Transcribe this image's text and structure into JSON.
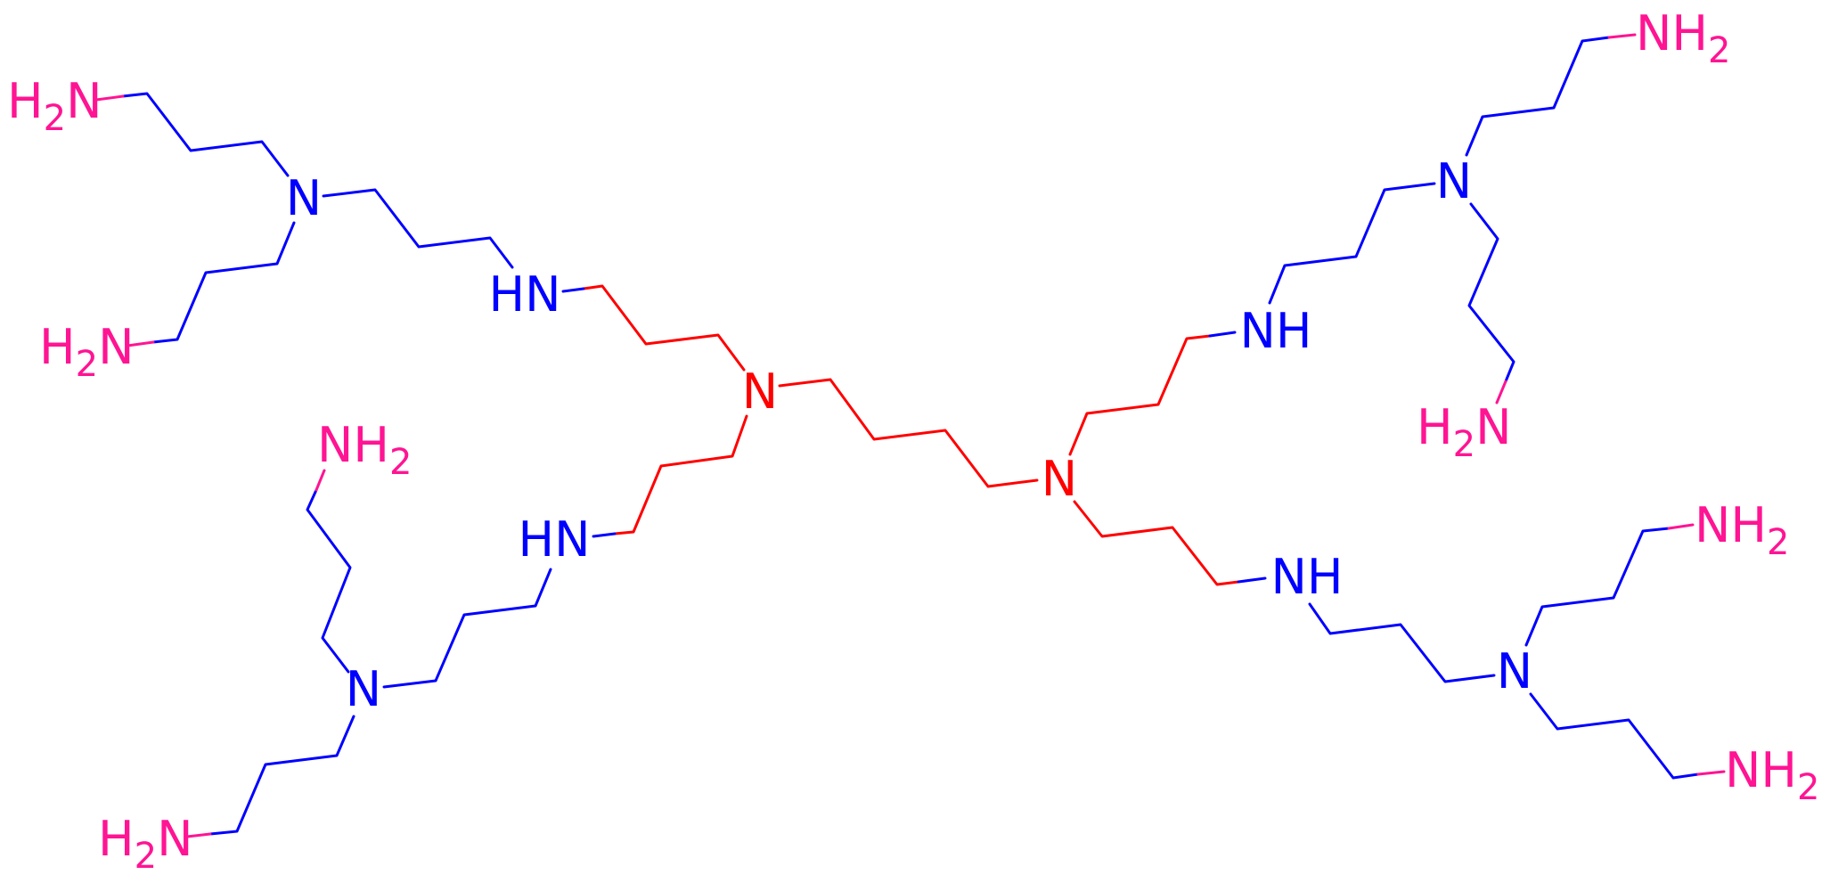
{
  "colors": {
    "core": "#ff0000",
    "branch": "#0000ff",
    "terminal": "#ff1493",
    "background": "#ffffff"
  },
  "labels": {
    "core_n1": "N",
    "core_n2": "N",
    "hn_upper_left": "HN",
    "hn_lower_left": "HN",
    "nh_upper_right": "NH",
    "nh_lower_right": "NH",
    "tert_n_upper_left": "N",
    "tert_n_lower_left": "N",
    "tert_n_upper_right": "N",
    "tert_n_lower_right": "N",
    "nh2_ul_top_h": "H",
    "nh2_ul_top_sub": "2",
    "nh2_ul_top_n": "N",
    "nh2_ul_bottom_h": "H",
    "nh2_ul_bottom_sub": "2",
    "nh2_ul_bottom_n": "N",
    "nh2_ll_top_nh": "NH",
    "nh2_ll_top_sub": "2",
    "nh2_ll_bottom_h": "H",
    "nh2_ll_bottom_sub": "2",
    "nh2_ll_bottom_n": "N",
    "nh2_ur_top_nh": "NH",
    "nh2_ur_top_sub": "2",
    "nh2_ur_bottom_h": "H",
    "nh2_ur_bottom_sub": "2",
    "nh2_ur_bottom_n": "N",
    "nh2_lr_top_nh": "NH",
    "nh2_lr_top_sub": "2",
    "nh2_lr_bottom_nh": "NH",
    "nh2_lr_bottom_sub": "2"
  }
}
